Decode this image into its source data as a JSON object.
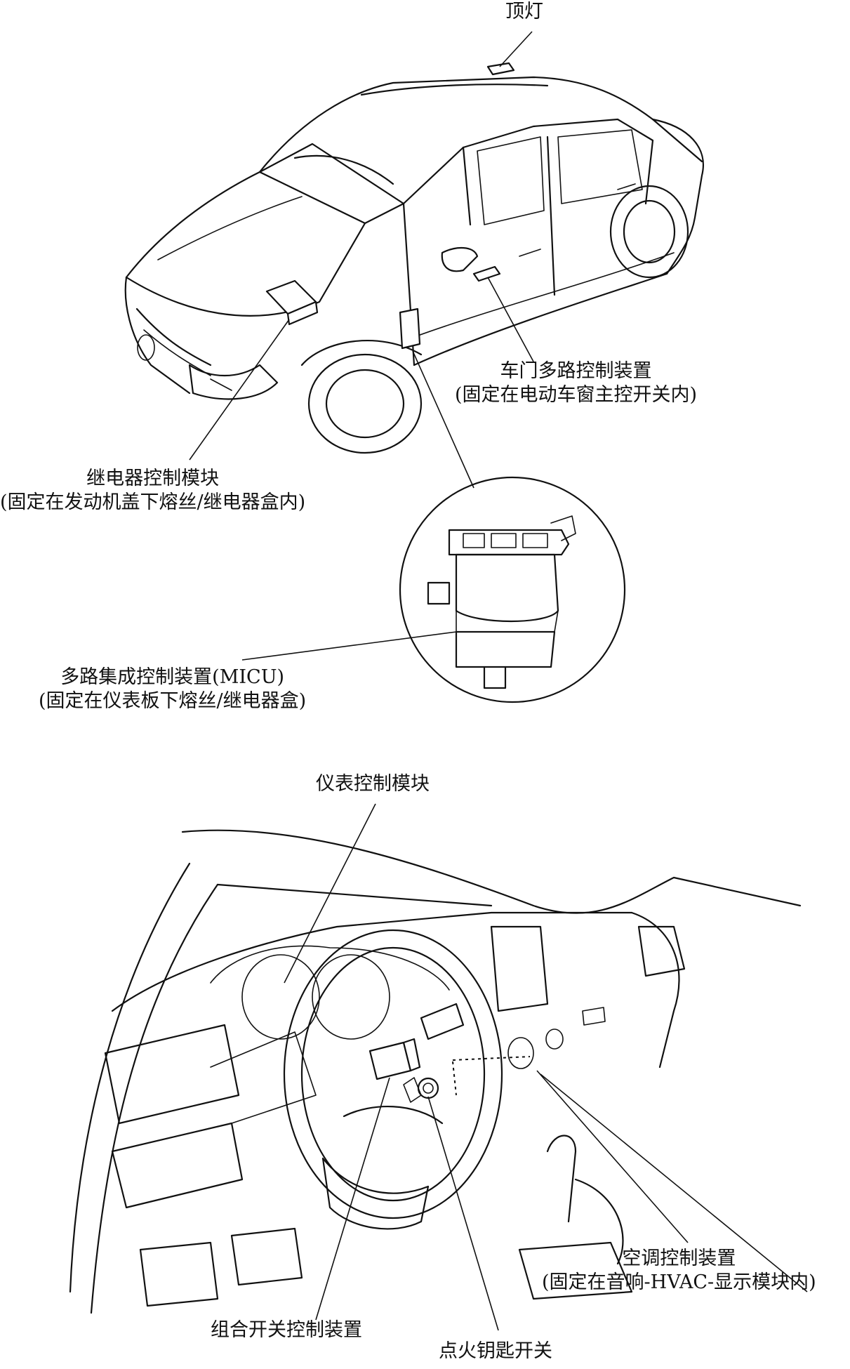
{
  "labels": {
    "roof_light": "顶灯",
    "door_mux_line1": "车门多路控制装置",
    "door_mux_line2": "(固定在电动车窗主控开关内)",
    "relay_module_line1": "继电器控制模块",
    "relay_module_line2": "(固定在发动机盖下熔丝/继电器盒内)",
    "micu_line1": "多路集成控制装置(MICU)",
    "micu_line2": "(固定在仪表板下熔丝/继电器盒)",
    "gauge_module": "仪表控制模块",
    "climate_line1": "空调控制装置",
    "climate_line2": "(固定在音响-HVAC-显示模块内)",
    "combo_switch": "组合开关控制装置",
    "ignition_switch": "点火钥匙开关"
  }
}
